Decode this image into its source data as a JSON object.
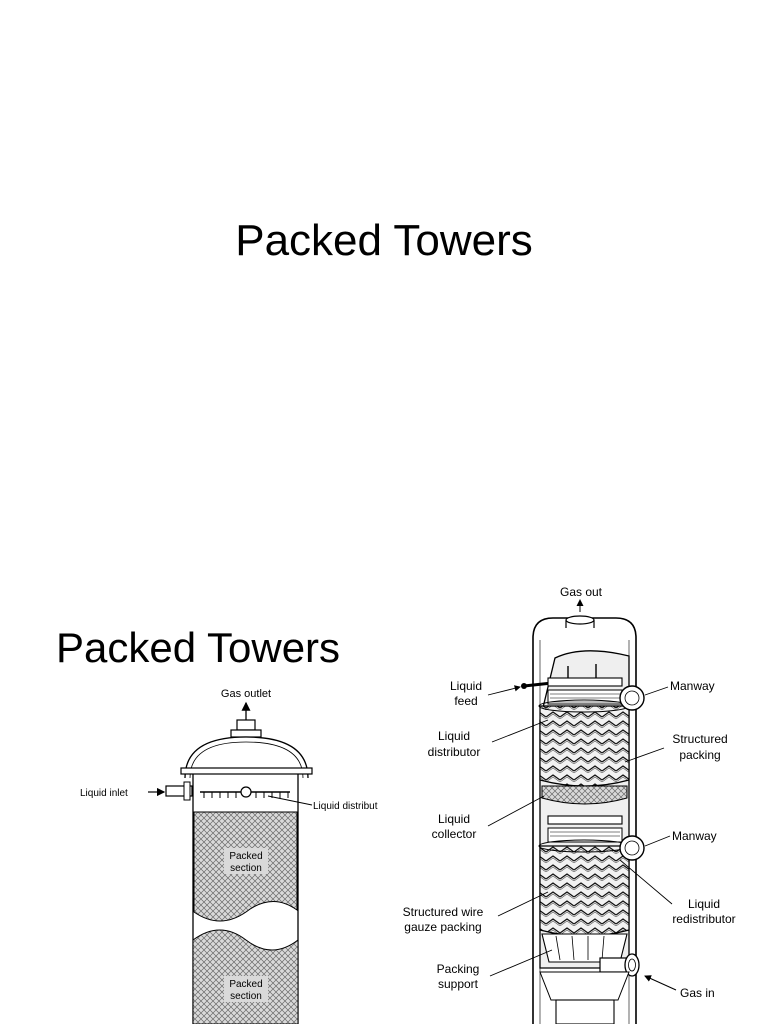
{
  "slides": [
    {
      "title": "Packed Towers"
    },
    {
      "title": "Packed Towers"
    }
  ],
  "diagram_left": {
    "labels": {
      "gas_outlet": "Gas outlet",
      "liquid_inlet": "Liquid inlet",
      "liquid_distributor": "Liquid distribut",
      "packed_section_top_1": "Packed",
      "packed_section_top_2": "section",
      "packed_section_bottom_1": "Packed",
      "packed_section_bottom_2": "section"
    }
  },
  "diagram_right": {
    "labels": {
      "gas_out": "Gas out",
      "liquid_feed_1": "Liquid",
      "liquid_feed_2": "feed",
      "liquid_distributor_1": "Liquid",
      "liquid_distributor_2": "distributor",
      "manway_top": "Manway",
      "structured_packing_1": "Structured",
      "structured_packing_2": "packing",
      "liquid_collector_1": "Liquid",
      "liquid_collector_2": "collector",
      "manway_bottom": "Manway",
      "structured_wire_1": "Structured wire",
      "structured_wire_2": "gauze packing",
      "liquid_redistributor_1": "Liquid",
      "liquid_redistributor_2": "redistributor",
      "packing_support_1": "Packing",
      "packing_support_2": "support",
      "gas_in": "Gas in"
    }
  }
}
